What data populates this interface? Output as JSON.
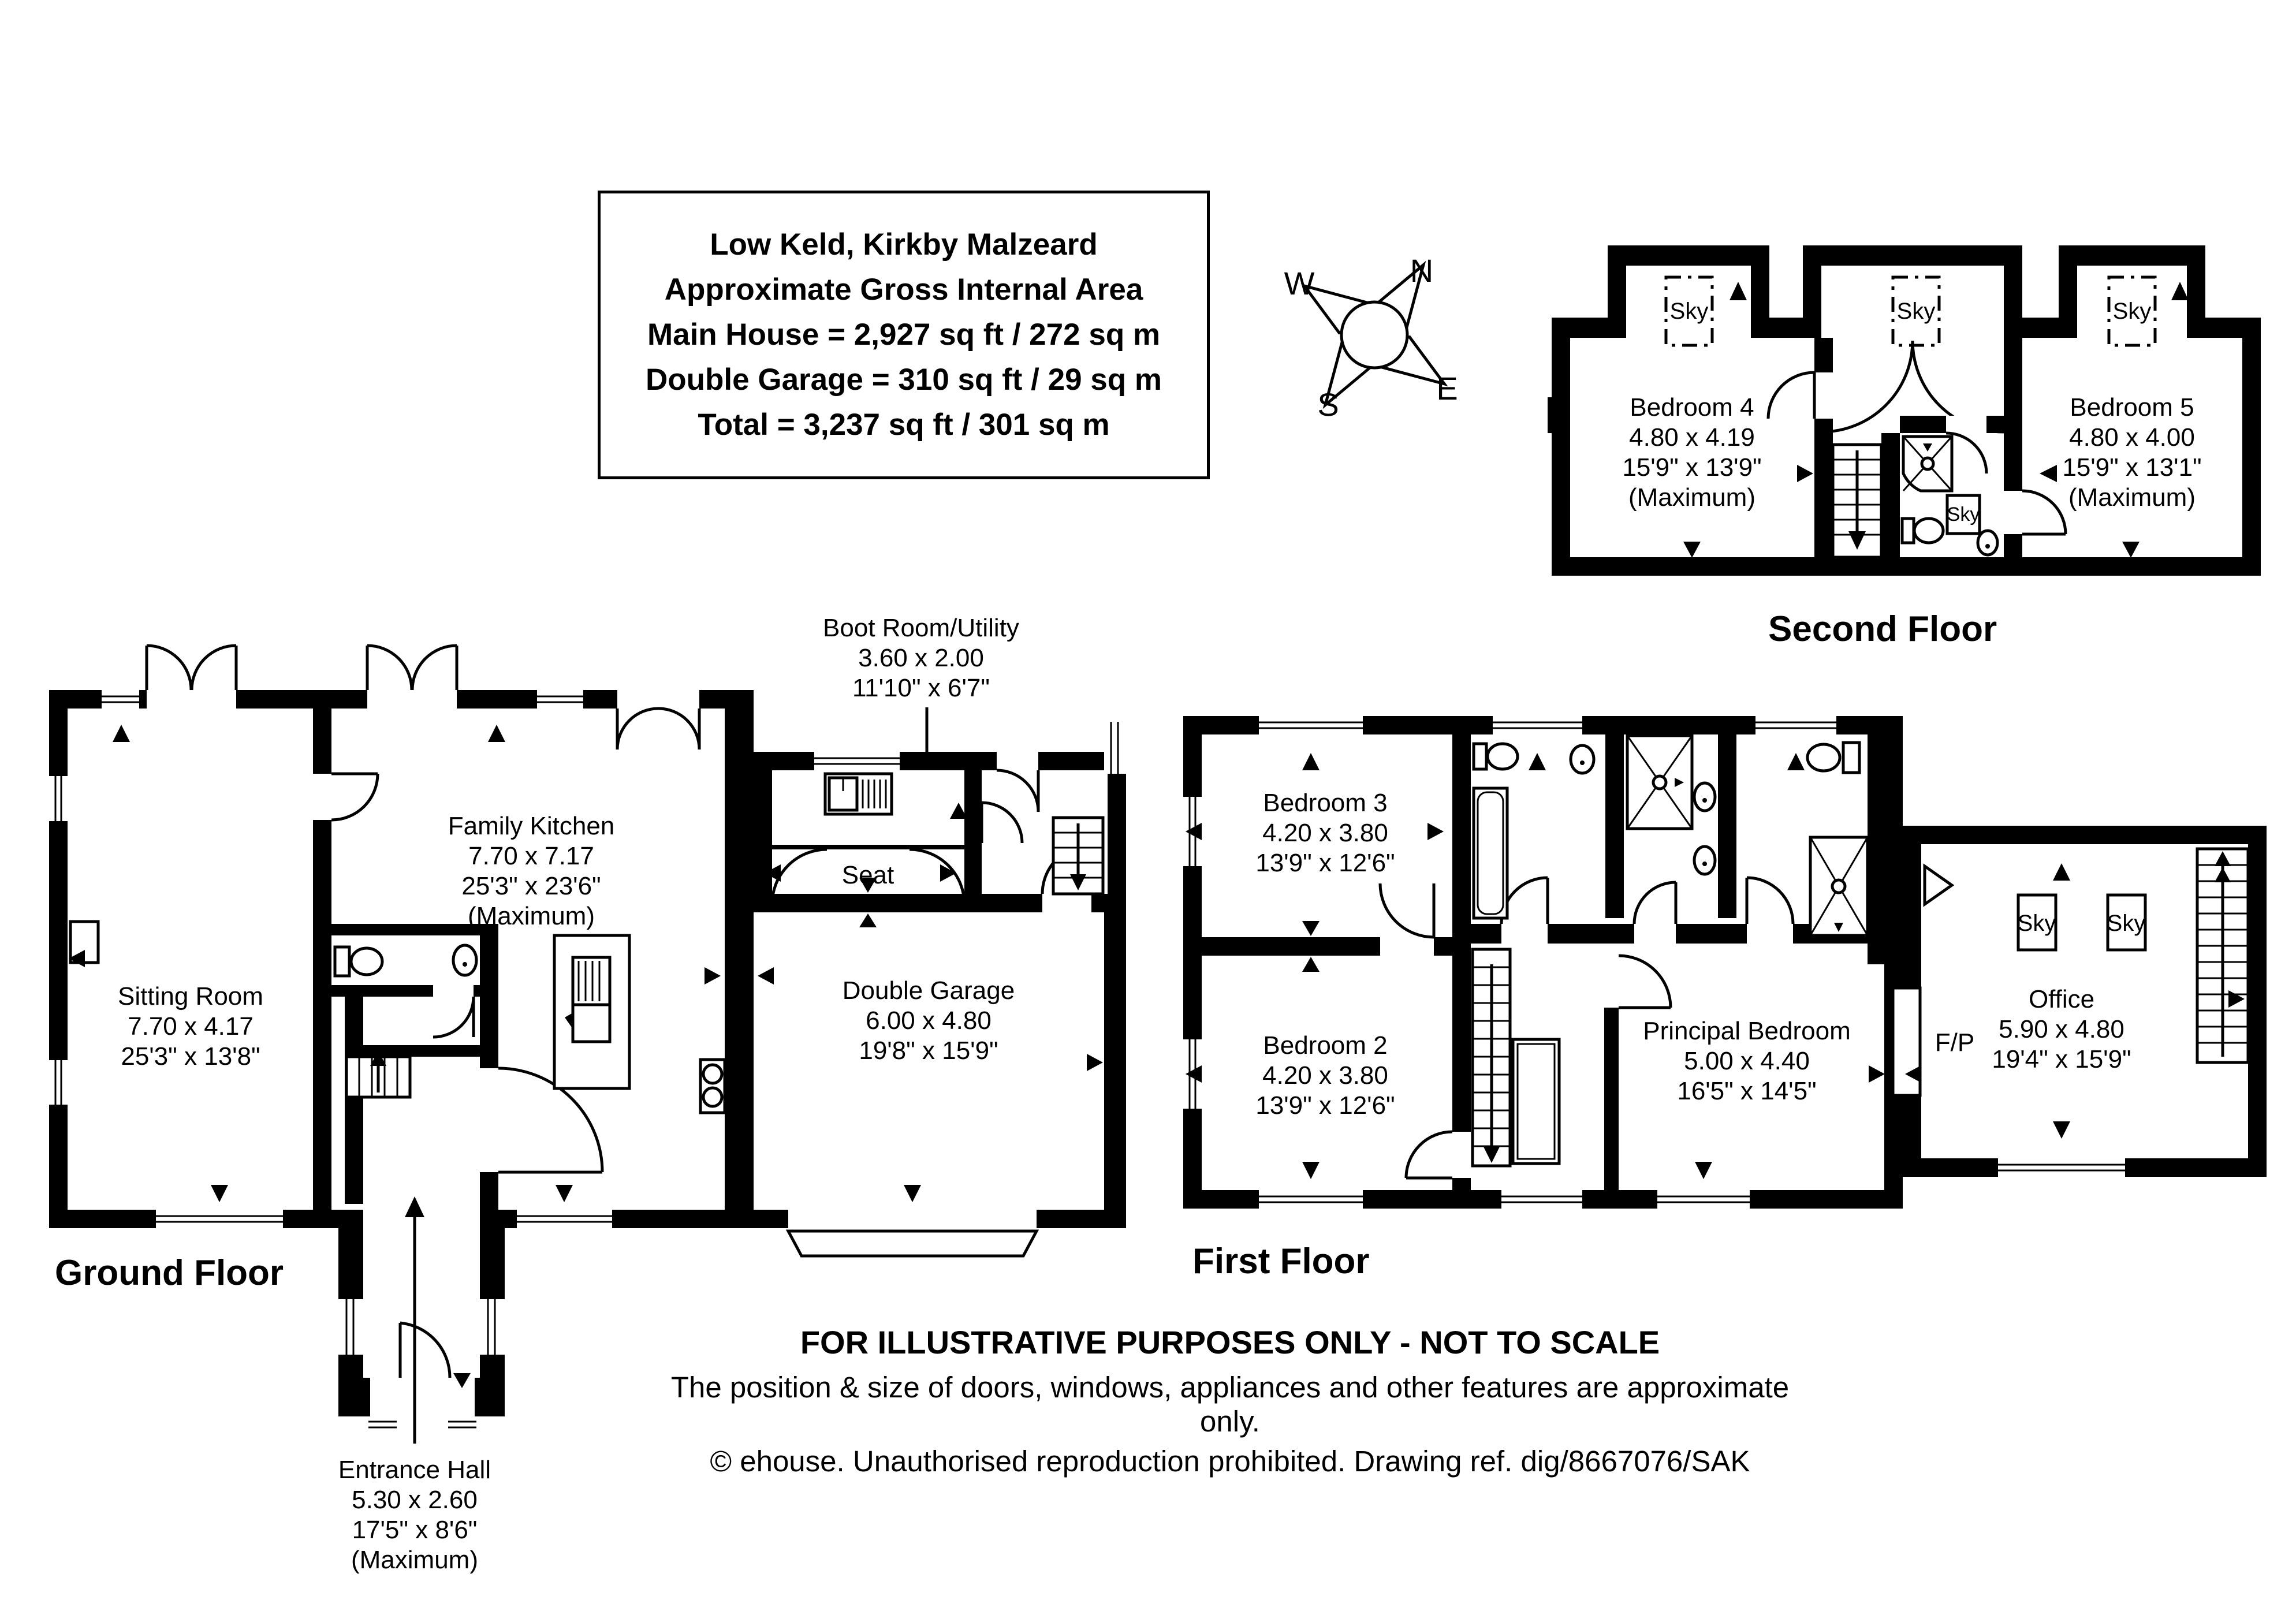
{
  "title_box": {
    "address": "Low Keld, Kirkby Malzeard",
    "subtitle": "Approximate Gross Internal Area",
    "main_house": "Main House = 2,927 sq ft / 272 sq m",
    "garage": "Double Garage = 310 sq ft / 29 sq m",
    "total": "Total = 3,237 sq ft / 301 sq m"
  },
  "compass": {
    "north": "N",
    "east": "E",
    "south": "S",
    "west": "W"
  },
  "floors": {
    "ground": {
      "label": "Ground Floor",
      "rooms": [
        {
          "name": "Sitting Room",
          "metric": "7.70 x 4.17",
          "imperial": "25'3\" x 13'8\""
        },
        {
          "name": "Family Kitchen",
          "metric": "7.70 x 7.17",
          "imperial": "25'3\" x 23'6\"",
          "note": "(Maximum)"
        },
        {
          "name": "Double Garage",
          "metric": "6.00 x 4.80",
          "imperial": "19'8\" x 15'9\""
        },
        {
          "name": "Boot Room/Utility",
          "metric": "3.60 x 2.00",
          "imperial": "11'10\" x 6'7\""
        },
        {
          "name": "Entrance Hall",
          "metric": "5.30 x 2.60",
          "imperial": "17'5\" x 8'6\"",
          "note": "(Maximum)"
        }
      ],
      "features": {
        "seat": "Seat"
      }
    },
    "first": {
      "label": "First Floor",
      "rooms": [
        {
          "name": "Bedroom 3",
          "metric": "4.20 x 3.80",
          "imperial": "13'9\" x 12'6\""
        },
        {
          "name": "Bedroom 2",
          "metric": "4.20 x 3.80",
          "imperial": "13'9\" x 12'6\""
        },
        {
          "name": "Principal Bedroom",
          "metric": "5.00 x 4.40",
          "imperial": "16'5\" x 14'5\""
        },
        {
          "name": "Office",
          "metric": "5.90 x 4.80",
          "imperial": "19'4\" x 15'9\""
        }
      ],
      "features": {
        "fireplace": "F/P",
        "skylights": [
          "Sky",
          "Sky"
        ]
      }
    },
    "second": {
      "label": "Second Floor",
      "rooms": [
        {
          "name": "Bedroom 4",
          "metric": "4.80 x 4.19",
          "imperial": "15'9\" x 13'9\"",
          "note": "(Maximum)"
        },
        {
          "name": "Bedroom 5",
          "metric": "4.80 x 4.00",
          "imperial": "15'9\" x 13'1\"",
          "note": "(Maximum)"
        }
      ],
      "skylights": [
        "Sky",
        "Sky",
        "Sky",
        "Sky"
      ]
    }
  },
  "footer": {
    "line1": "FOR ILLUSTRATIVE PURPOSES ONLY - NOT TO SCALE",
    "line2": "The position & size of doors, windows, appliances and other features are approximate only.",
    "line3": "© ehouse. Unauthorised reproduction prohibited. Drawing ref. dig/8667076/SAK"
  }
}
